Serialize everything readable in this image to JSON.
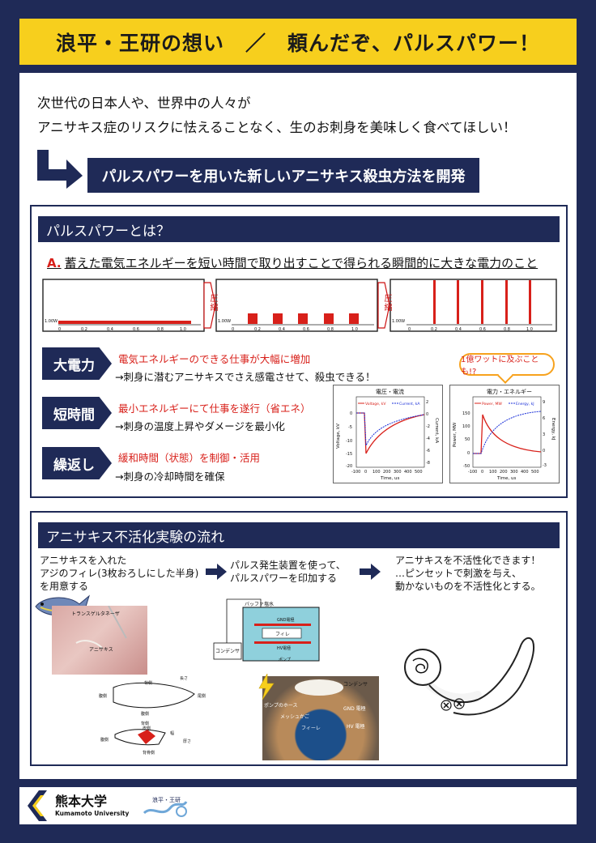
{
  "header": {
    "title": "浪平・王研の想い　／　頼んだぞ、パルスパワー！"
  },
  "intro": {
    "line1": "次世代の日本人や、世界中の人々が",
    "line2": "アニサキス症のリスクに怯えることなく、生のお刺身を美味しく食べてほしい！"
  },
  "banner": {
    "text": "パルスパワーを用いた新しいアニサキス殺虫方法を開発"
  },
  "section1": {
    "title": "パルスパワーとは？",
    "answer_prefix": "A.",
    "answer": "蓄えた電気エネルギーを短い時間で取り出すことで得られる瞬間的に大きな電力のこと",
    "compress_label": "圧縮",
    "power_panels": [
      {
        "ylabel": "1.00W",
        "xticks": [
          "0",
          "0.2",
          "0.4",
          "0.6",
          "0.8",
          "1.0"
        ]
      },
      {
        "ylabel": "1.00W",
        "xticks": [
          "0",
          "0.2",
          "0.4",
          "0.6",
          "0.8",
          "1.0"
        ]
      },
      {
        "ylabel": "1.00W",
        "xticks": [
          "0",
          "0.2",
          "0.4",
          "0.6",
          "0.8",
          "1.0"
        ]
      }
    ],
    "features": [
      {
        "label": "大電力",
        "red": "電気エネルギーのできる仕事が大幅に増加",
        "black": "→刺身に潜むアニサキスでさえ感電させて、殺虫できる！"
      },
      {
        "label": "短時間",
        "red": "最小エネルギーにて仕事を遂行（省エネ）",
        "black": "→刺身の温度上昇やダメージを最小化"
      },
      {
        "label": "繰返し",
        "red": "緩和時間（状態）を制御・活用",
        "black": "→刺身の冷却時間を確保"
      }
    ],
    "bubble": "1億ワットに及ぶことも!?",
    "graph_vi": {
      "title": "電圧・電流",
      "legend1": "Voltage, kV",
      "legend2": "Current, kA",
      "ylabel_left": "Voltage, kV",
      "ylabel_right": "Current, kA",
      "xlabel": "Time, us",
      "yticks_left": [
        "0",
        "-5",
        "-10",
        "-15",
        "-20"
      ],
      "yticks_right": [
        "2",
        "0",
        "-2",
        "-4",
        "-6",
        "-8"
      ],
      "xticks": [
        "-100",
        "0",
        "100",
        "200",
        "300",
        "400",
        "500"
      ]
    },
    "graph_pe": {
      "title": "電力・エネルギー",
      "legend1": "Power, MW",
      "legend2": "Energy, kJ",
      "ylabel_left": "Power, MW",
      "ylabel_right": "Energy, kJ",
      "xlabel": "Time, us",
      "yticks_left": [
        "150",
        "100",
        "50",
        "0",
        "-50"
      ],
      "yticks_right": [
        "9",
        "6",
        "3",
        "0",
        "-3"
      ],
      "xticks": [
        "-100",
        "0",
        "100",
        "200",
        "300",
        "400",
        "500"
      ]
    }
  },
  "section2": {
    "title": "アニサキス不活化実験の流れ",
    "step1": [
      "アニサキスを入れた",
      "アジのフィレ(3枚おろしにした半身)",
      "を用意する"
    ],
    "step2": [
      "パルス発生装置を使って、",
      "パルスパワーを印加する"
    ],
    "step3": [
      "アニサキスを不活性化できます！",
      "…ピンセットで刺激を与え、",
      "動かないものを不活性化とする。"
    ],
    "photo1_labels": {
      "tweezers": "トランスゲルタネーザ",
      "worm": "アニサキス"
    },
    "fillet_labels": [
      "背側",
      "腹側",
      "尾側",
      "腹側",
      "背側",
      "皮側",
      "腹側",
      "背骨側",
      "長さ",
      "幅",
      "厚さ"
    ],
    "circuit_labels": {
      "buffer": "バッファ塩水",
      "gnd": "GND電極",
      "fillet": "フィレ",
      "hv": "HV電極",
      "capacitor": "コンデンサ",
      "pump": "ポンプ"
    },
    "photo2_labels": {
      "capacitor": "コンデンサ",
      "hose": "ポンプのホース",
      "mesh": "メッシュかご",
      "fillet": "フィーレ",
      "gnd": "GND 電極",
      "hv": "HV 電極"
    }
  },
  "footer": {
    "university_jp": "熊本大学",
    "university_en": "Kumamoto University",
    "lab_logo_text": "浪平・王研"
  },
  "colors": {
    "navy": "#1f2a57",
    "yellow": "#f7cf1d",
    "red": "#d8201a",
    "orange": "#f7a21d"
  }
}
